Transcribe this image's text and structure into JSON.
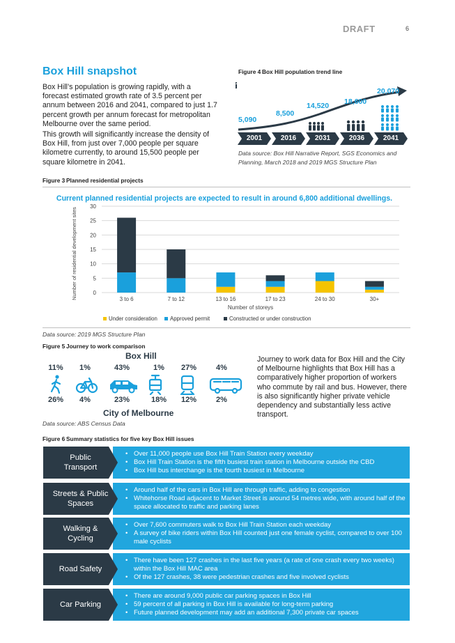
{
  "header": {
    "draft": "DRAFT",
    "page_number": "6"
  },
  "snapshot": {
    "title": "Box Hill snapshot",
    "para1": "Box Hill’s population is growing rapidly, with a forecast estimated growth rate of 3.5 percent per annum between 2016 and 2041, compared to just 1.7 percent growth per annum forecast for metropolitan Melbourne over the same period.",
    "para2": "This growth will significantly increase the density of Box Hill, from just over 7,000 people per square kilometre currently, to around 15,500 people per square kilometre in 2041."
  },
  "figure4": {
    "label": "Figure 4",
    "title": "Box Hill population trend line",
    "years": [
      "2001",
      "2016",
      "2031",
      "2036",
      "2041"
    ],
    "values": [
      "5,090",
      "8,500",
      "14,520",
      "18,600",
      "20,070"
    ],
    "source": "Data source: Box Hill Narrative Report, SGS Economics and Planning, March 2018 and 2019 MGS Structure Plan",
    "accent": "#1aa0dc",
    "dark": "#2b3a46"
  },
  "figure3": {
    "label": "Figure 3",
    "title": "Planned residential projects",
    "source": "Data source: 2019 MGS Structure Plan"
  },
  "chart_data": {
    "type": "bar",
    "stacked": true,
    "title": "Current planned residential projects are expected to result in around 6,800 additional dwellings.",
    "xlabel": "Number of storeys",
    "ylabel": "Number of residential development sites",
    "categories": [
      "3 to 6",
      "7 to 12",
      "13 to 16",
      "17 to 23",
      "24 to 30",
      "30+"
    ],
    "yticks": [
      "0",
      "5",
      "10",
      "15",
      "20",
      "25",
      "30"
    ],
    "ylim": [
      0,
      30
    ],
    "grid": true,
    "legend_position": "bottom",
    "series": [
      {
        "name": "Under consideration",
        "color": "#f5c400",
        "values": [
          0,
          0,
          2,
          2,
          4,
          1
        ]
      },
      {
        "name": "Approved permit",
        "color": "#1aa0dc",
        "values": [
          7,
          5,
          5,
          2,
          3,
          1
        ]
      },
      {
        "name": "Constructed or under construction",
        "color": "#2b3a46",
        "values": [
          19,
          10,
          0,
          2,
          0,
          2
        ]
      }
    ]
  },
  "figure5": {
    "label": "Figure 5",
    "title": "Journey to work comparison",
    "boxhill_label": "Box Hill",
    "melbourne_label": "City of Melbourne",
    "modes": [
      "walk",
      "cycle",
      "car",
      "tram",
      "train",
      "bus"
    ],
    "boxhill": [
      "11%",
      "1%",
      "43%",
      "1%",
      "27%",
      "4%"
    ],
    "melbourne": [
      "26%",
      "4%",
      "23%",
      "18%",
      "12%",
      "2%"
    ],
    "source": "Data source: ABS Census Data",
    "text": "Journey to work data for Box Hill and the City of Melbourne highlights that Box Hill has a comparatively higher proportion of workers who commute by rail and bus. However, there is also significantly higher private vehicle dependency and substantially less active transport."
  },
  "figure6": {
    "label": "Figure 6",
    "title": "Summary statistics for five key Box Hill issues",
    "rows": [
      {
        "tag": "Public Transport",
        "items": [
          "Over 11,000 people use Box Hill Train Station every weekday",
          "Box Hill Train Station is the fifth busiest train station in Melbourne outside the CBD",
          "Box Hill bus interchange is the fourth busiest in Melbourne"
        ]
      },
      {
        "tag": "Streets & Public Spaces",
        "items": [
          "Around half of the cars in Box Hill are through traffic, adding to congestion",
          "Whitehorse Road adjacent to Market Street is around 54 metres wide, with around half of the space allocated to traffic and parking lanes"
        ]
      },
      {
        "tag": "Walking & Cycling",
        "items": [
          "Over 7,600 commuters walk to Box Hill Train Station each weekday",
          "A survey of bike riders within Box Hill counted just one female cyclist, compared to over 100 male cyclists"
        ]
      },
      {
        "tag": "Road Safety",
        "items": [
          "There have been 127 crashes in the last five years (a rate of one crash every two weeks) within the Box Hill MAC area",
          "Of the 127 crashes, 38 were pedestrian crashes and five involved cyclists"
        ]
      },
      {
        "tag": "Car Parking",
        "items": [
          "There are around 9,000 public car parking spaces in Box Hill",
          "59 percent of all parking in Box Hill is available for long-term parking",
          "Future planned development may add an additional 7,300 private car spaces"
        ]
      }
    ]
  }
}
